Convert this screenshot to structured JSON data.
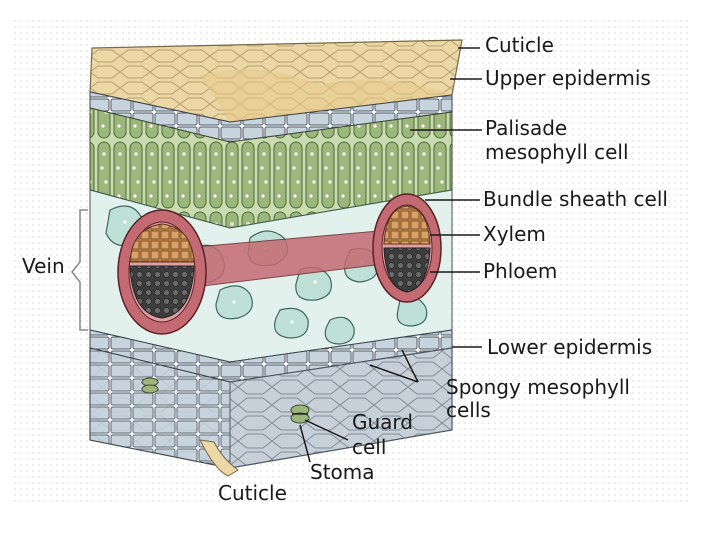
{
  "labels": {
    "cuticle_top": "Cuticle",
    "upper_epidermis": "Upper epidermis",
    "palisade_line1": "Palisade",
    "palisade_line2": "mesophyll cell",
    "bundle_sheath": "Bundle sheath cell",
    "xylem": "Xylem",
    "phloem": "Phloem",
    "vein": "Vein",
    "lower_epidermis": "Lower epidermis",
    "spongy_line1": "Spongy mesophyll",
    "spongy_line2": "cells",
    "guard_line1": "Guard",
    "guard_line2": "cell",
    "stoma": "Stoma",
    "cuticle_bottom": "Cuticle"
  },
  "colors": {
    "cuticle": "#ecd7a6",
    "epidermis": "#c7d4de",
    "palisade": "#9cb67b",
    "spongy": "#bfe0d6",
    "bundle_sheath": "#c46a72",
    "xylem": "#c98a4a",
    "phloem": "#4a4a4a",
    "outline": "#2a2a2a"
  }
}
